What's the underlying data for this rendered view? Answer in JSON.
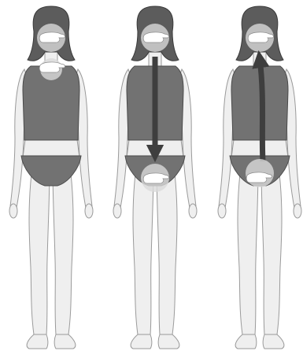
{
  "colors": {
    "skin": "#efefef",
    "skin_outline": "#9a9a9a",
    "clothing": "#727272",
    "clothing_outline": "#4a4a4a",
    "hair": "#5c5c5c",
    "hand": "#ffffff",
    "halo": "#d9d9d9",
    "arrow": "#3e3e3e"
  },
  "figures": [
    {
      "name": "figure-1-hands-at-head-and-neck",
      "hands": [
        "head",
        "neck"
      ],
      "arrow": "none"
    },
    {
      "name": "figure-2-stroke-down-spine",
      "hands": [
        "head",
        "lower-back"
      ],
      "arrow": "down"
    },
    {
      "name": "figure-3-stroke-up-spine",
      "hands": [
        "head",
        "lower-back"
      ],
      "arrow": "up"
    }
  ]
}
